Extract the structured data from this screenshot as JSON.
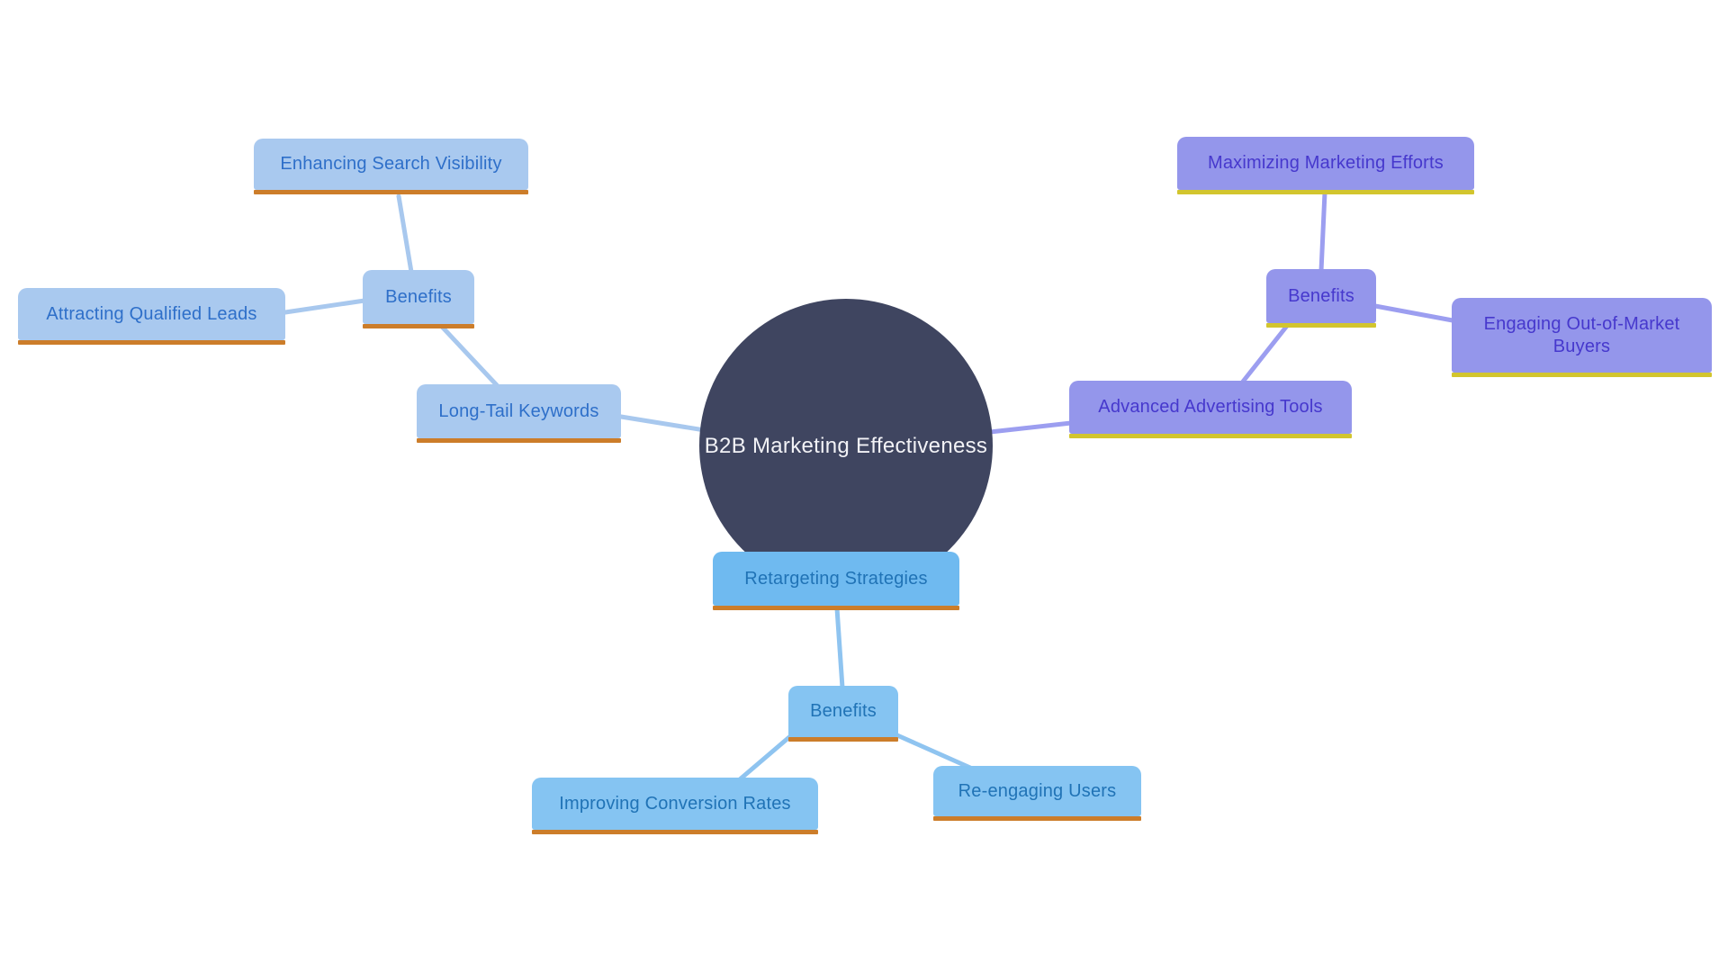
{
  "diagram_title": "B2B Marketing Effectiveness",
  "center_node": {
    "label": "B2B Marketing Effectiveness"
  },
  "branches": {
    "long_tail": {
      "topic": {
        "label": "Long-Tail Keywords"
      },
      "benefits": {
        "label": "Benefits"
      },
      "children": {
        "enhancing": {
          "label": "Enhancing Search Visibility"
        },
        "attracting": {
          "label": "Attracting Qualified Leads"
        }
      }
    },
    "advertising": {
      "topic": {
        "label": "Advanced Advertising Tools"
      },
      "benefits": {
        "label": "Benefits"
      },
      "children": {
        "maximizing": {
          "label": "Maximizing Marketing Efforts"
        },
        "engaging": {
          "label": "Engaging Out-of-Market Buyers"
        }
      }
    },
    "retargeting": {
      "topic": {
        "label": "Retargeting Strategies"
      },
      "benefits": {
        "label": "Benefits"
      },
      "children": {
        "improving": {
          "label": "Improving Conversion Rates"
        },
        "reengaging": {
          "label": "Re-engaging Users"
        }
      }
    }
  },
  "colors": {
    "center_fill": "#3F4560",
    "center_text": "#F2F2F6",
    "left_bg": "#A9C9EF",
    "left_text": "#2E6FC9",
    "bottom_bg": "#85C4F2",
    "retargeting_bg": "#6FBAF0",
    "bottom_text": "#2073B6",
    "purple_bg": "#9496EB",
    "purple_text": "#4638CD",
    "orange_underline": "#CC7D2A",
    "yellow_underline": "#D2C52E",
    "connector_blue": "#A8C8EE",
    "connector_sky": "#8FC4F0",
    "connector_purple": "#9C9EF0"
  }
}
